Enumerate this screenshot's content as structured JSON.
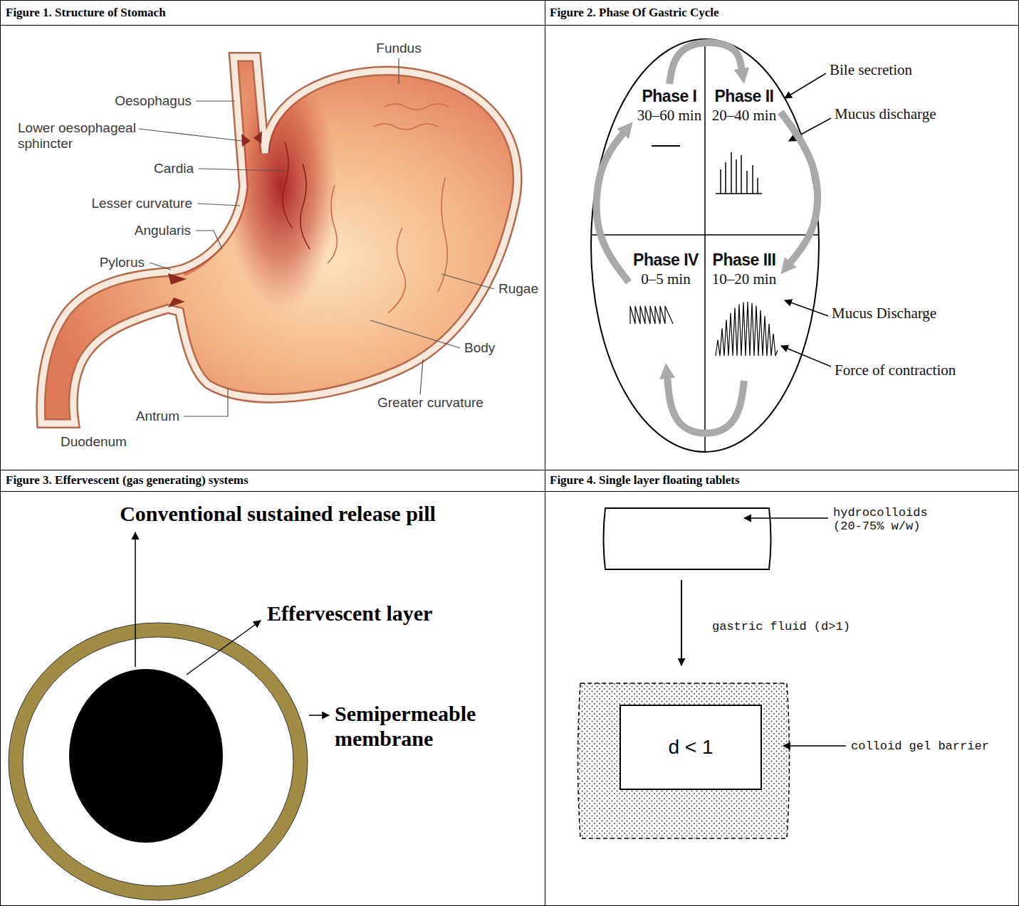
{
  "diagram": {
    "nodes": [
      {
        "text": [
          "Phase I",
          "30–60 min"
        ]
      },
      {
        "text": [
          "Phase II",
          "20–40 min"
        ]
      },
      {
        "text": [
          "Phase IV",
          "0–5 min"
        ]
      },
      {
        "text": [
          "Phase III",
          "10–20 min"
        ]
      },
      {
        "text": [
          "d < 1"
        ]
      }
    ],
    "edges": [
      {
        "from": 0,
        "to": 1,
        "arrow": "to"
      },
      {
        "from": 1,
        "to": 3,
        "arrow": "to"
      },
      {
        "from": 3,
        "to": 2,
        "arrow": "to"
      },
      {
        "from": 2,
        "to": 0,
        "arrow": "to"
      }
    ],
    "labels": [
      "Figure 1. Structure of Stomach",
      "Figure 2. Phase Of Gastric Cycle",
      "Fundus",
      "Oesophagus",
      "Lower oesophageal sphincter",
      "Cardia",
      "Lesser curvature",
      "Angularis",
      "Pylorus",
      "Rugae",
      "Body",
      "Greater curvature",
      "Antrum",
      "Duodenum",
      "Bile secretion",
      "Mucus discharge",
      "Mucus Discharge",
      "Force of contraction",
      "Figure 3. Effervescent (gas generating) systems",
      "Figure 4. Single layer floating tablets",
      "Conventional sustained release pill",
      "Effervescent layer",
      "Semipermeable membrane",
      "hydrocolloids (20-75% w/w)",
      "gastric fluid (d>1)",
      "colloid gel barrier"
    ]
  }
}
